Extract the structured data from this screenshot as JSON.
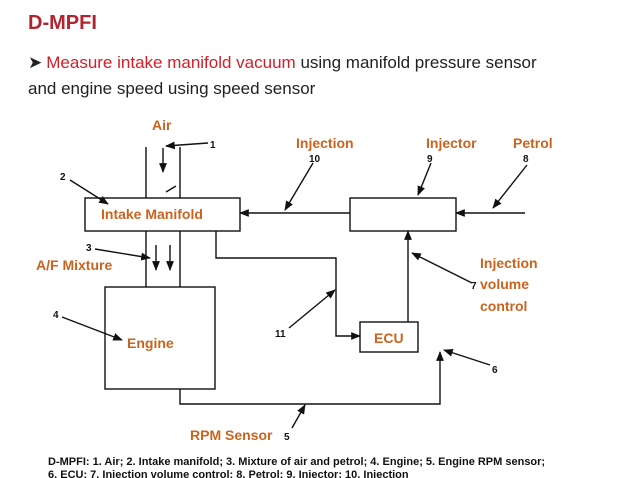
{
  "slide": {
    "title": "D-MPFI",
    "bullet_highlight": "Measure intake manifold vacuum",
    "bullet_rest_1": " using manifold pressure sensor",
    "bullet_rest_2": "and engine speed using speed sensor"
  },
  "diagram": {
    "labels": {
      "air": "Air",
      "injection": "Injection",
      "injector": "Injector",
      "petrol": "Petrol",
      "intake_manifold": "Intake Manifold",
      "af_mixture": "A/F Mixture",
      "injection_volume_1": "Injection",
      "injection_volume_2": "volume",
      "injection_volume_3": "control",
      "engine": "Engine",
      "ecu": "ECU",
      "rpm_sensor": "RPM Sensor"
    },
    "numbers": {
      "n1": "1",
      "n2": "2",
      "n3": "3",
      "n4": "4",
      "n5": "5",
      "n6": "6",
      "n7": "7",
      "n8": "8",
      "n9": "9",
      "n10": "10",
      "n11": "11"
    }
  },
  "caption": {
    "line1": "D-MPFI: 1. Air; 2. Intake manifold; 3. Mixture of air and petrol; 4. Engine; 5. Engine RPM sensor;",
    "line2": "6. ECU; 7. Injection volume control; 8. Petrol; 9. Injector; 10. Injection"
  }
}
